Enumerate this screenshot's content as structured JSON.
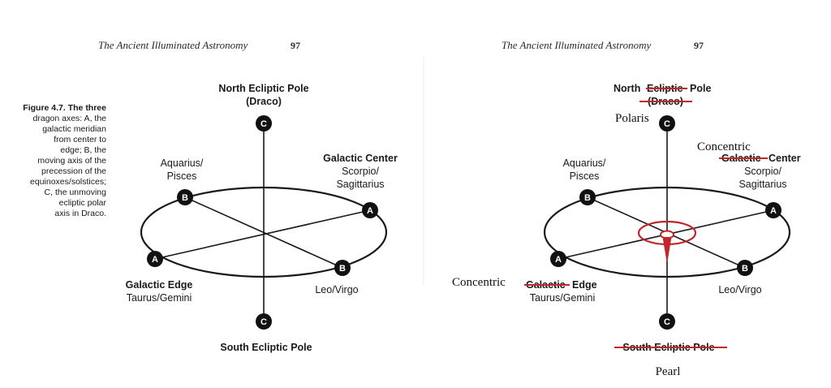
{
  "header": {
    "title": "The Ancient Illuminated Astronomy",
    "page": "97"
  },
  "caption": {
    "lines": [
      "Figure 4.7. The three",
      "dragon axes: A, the",
      "galactic meridian",
      "from center to",
      "edge; B, the",
      "moving axis of the",
      "precession of the",
      "equinoxes/solstices;",
      "C, the unmoving",
      "ecliptic polar",
      "axis in Draco."
    ]
  },
  "original": {
    "north_line1": "North Ecliptic Pole",
    "north_line2": "(Draco)",
    "south": "South Ecliptic Pole",
    "galactic_center": "Galactic Center",
    "gc_sub1": "Scorpio/",
    "gc_sub2": "Sagittarius",
    "aquarius1": "Aquarius/",
    "aquarius2": "Pisces",
    "galactic_edge": "Galactic Edge",
    "ge_sub": "Taurus/Gemini",
    "leo": "Leo/Virgo"
  },
  "annotated": {
    "north_word": "North",
    "ecliptic_word": "Ecliptic",
    "pole_word": "Pole",
    "draco": "(Draco)",
    "polaris": "Polaris",
    "concentric_top": "Concentric",
    "galactic_word": "Galactic",
    "center_word": "Center",
    "gc_sub1": "Scorpio/",
    "gc_sub2": "Sagittarius",
    "aquarius1": "Aquarius/",
    "aquarius2": "Pisces",
    "concentric_left": "Concentric",
    "galactic_word2": "Galactic",
    "edge_word": "Edge",
    "ge_sub": "Taurus/Gemini",
    "leo": "Leo/Virgo",
    "south": "South Ecliptic Pole",
    "pearl": "Pearl"
  },
  "markers": {
    "A": "A",
    "B": "B",
    "C": "C"
  },
  "colors": {
    "ink": "#1a1a1a",
    "annotation_red": "#c0262b"
  }
}
